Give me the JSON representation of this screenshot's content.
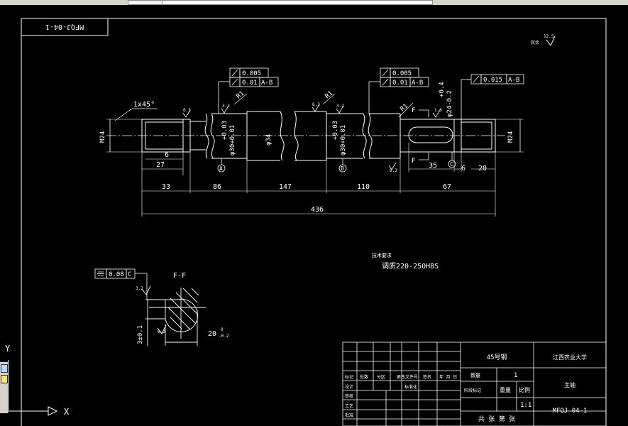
{
  "top_label": "MFQJ-04-1",
  "roughness_general": "12.5",
  "roughness_note": "其余",
  "dimensions": {
    "thread_left": "M24",
    "thread_right": "M24",
    "chamfer": "1x45°",
    "groove_width": "6",
    "thread_len": "27",
    "keyway_len": "35",
    "keyway_gap": "6",
    "thread_right_len": "20",
    "seg1": "33",
    "seg2": "86",
    "seg3": "147",
    "seg4": "110",
    "seg5": "67",
    "overall": "436",
    "dia_mid": "φ34",
    "dia_bearing_a": "φ30+0.01",
    "dia_bearing_a_tol": "+0.03",
    "dia_bearing_b": "φ30+0.01",
    "dia_bearing_b_tol": "+0.03",
    "dia_right": "φ24-0.2",
    "dia_right_tol": "+0.4",
    "fillet_1": "R1",
    "fillet_2": "R1",
    "fillet_3": "R1",
    "rough_1": "6.3",
    "rough_2": "3.2",
    "rough_3": "6.3",
    "rough_4": "3.2",
    "rough_5": "1.6",
    "rough_6": "6.3",
    "section_arrow": "F",
    "datum_a": "A",
    "datum_b": "B",
    "datum_c": "C"
  },
  "tolerances": {
    "left_runout": "0.005",
    "left_runout_2": "0.01",
    "left_ref": "A-B",
    "right_runout": "0.005",
    "right_runout_2": "0.01",
    "right_ref": "A-B",
    "far_right_value": "0.015",
    "far_right_ref": "A-B",
    "section_sym": "0.08",
    "section_ref": "C"
  },
  "section": {
    "title": "F-F",
    "rough": "3.2",
    "rough_2": "6.3",
    "depth": "3±0.1",
    "width": "20",
    "width_tol": "-0.2",
    "width_tol_top": "0"
  },
  "tech_req": {
    "title": "技术要求",
    "line1": "调质220-250HBS"
  },
  "title_block": {
    "material": "45号钢",
    "school": "江西农业大学",
    "qty_label": "数量",
    "qty": "1",
    "stage_label": "阶段标记",
    "weight_label": "重量",
    "scale_label": "比例",
    "scale": "1:1",
    "part_name": "主轴",
    "drawing_no": "MFQJ-04-1",
    "sheets": "共 张 第 张",
    "h1": "标记",
    "h2": "处数",
    "h3": "分区",
    "h4": "更改文件号",
    "h5": "签名",
    "h6": "年 月 日",
    "r1": "设计",
    "r1b": "标准化",
    "r2": "审核",
    "r3": "工艺",
    "r4": "批准"
  },
  "ucs": {
    "x": "X",
    "y": "Y"
  }
}
